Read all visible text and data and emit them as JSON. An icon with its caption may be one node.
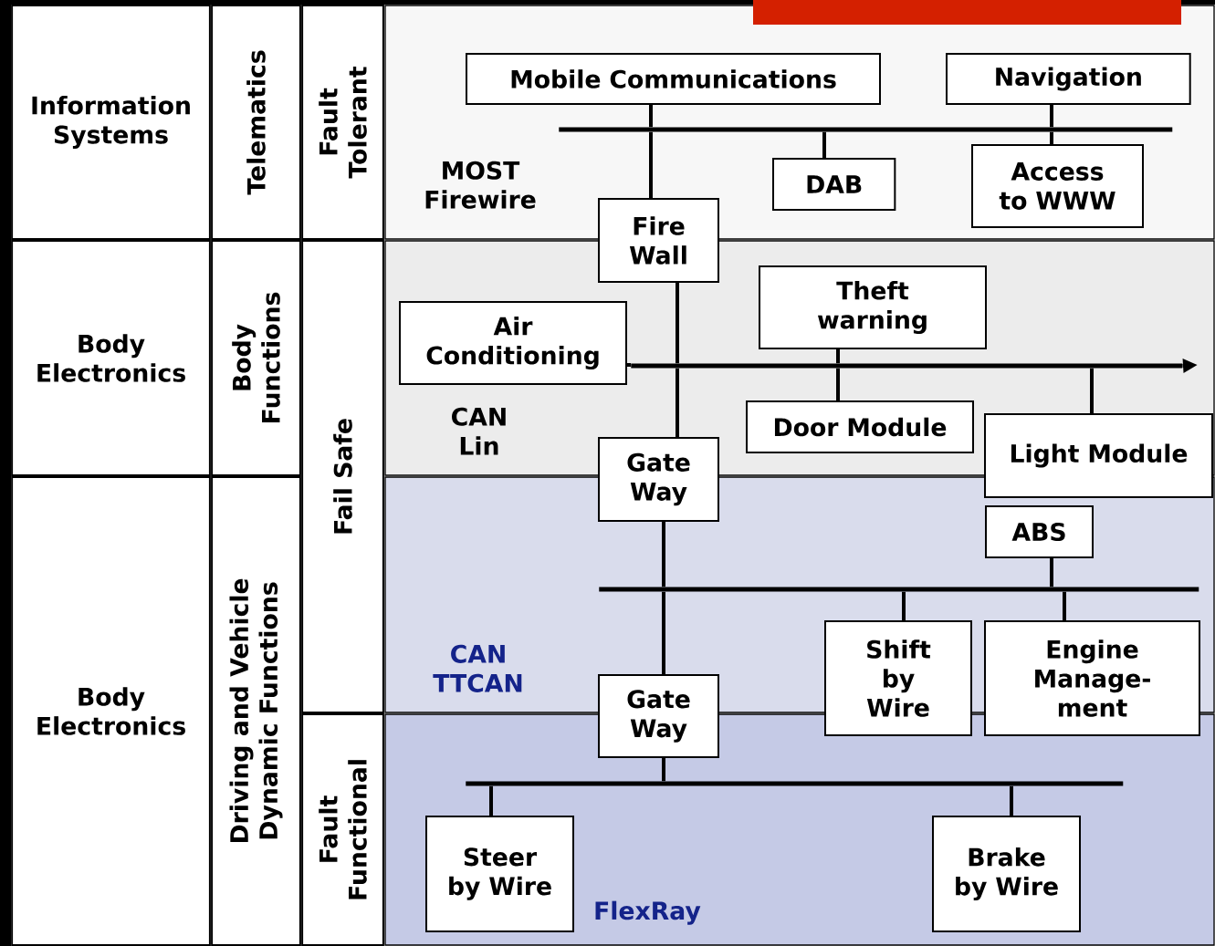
{
  "diagram": {
    "nodes": [
      {
        "text": [
          "Information Systems"
        ]
      },
      {
        "text": [
          "Telematics"
        ]
      },
      {
        "text": [
          "Fault Tolerant"
        ]
      },
      {
        "text": [
          "Body Electronics"
        ]
      },
      {
        "text": [
          "Body Functions"
        ]
      },
      {
        "text": [
          "Fail Safe"
        ]
      },
      {
        "text": [
          "Body Electronics"
        ]
      },
      {
        "text": [
          "Driving and Vehicle Dynamic Functions"
        ]
      },
      {
        "text": [
          "Fault Functional"
        ]
      },
      {
        "text": [
          "MOST Firewire"
        ]
      },
      {
        "text": [
          "CAN Lin"
        ]
      },
      {
        "text": [
          "CAN TTCAN"
        ]
      },
      {
        "text": [
          "FlexRay"
        ]
      },
      {
        "text": [
          "Mobile Communications"
        ],
        "in": 9
      },
      {
        "text": [
          "Navigation"
        ],
        "in": 9
      },
      {
        "text": [],
        "shape": "bar",
        "in": 9
      },
      {
        "text": [
          "DAB"
        ],
        "in": 9
      },
      {
        "text": [
          "Access to WWW"
        ],
        "in": 9
      },
      {
        "text": [
          "Fire Wall"
        ]
      },
      {
        "text": [
          "Air Conditioning"
        ],
        "in": 10
      },
      {
        "text": [
          "Theft warning"
        ],
        "in": 10
      },
      {
        "text": [],
        "shape": "bar",
        "in": 10
      },
      {
        "text": [
          "Door Module"
        ],
        "in": 10
      },
      {
        "text": [
          "Light Module"
        ]
      },
      {
        "text": [
          "Gate Way"
        ]
      },
      {
        "text": [
          "ABS"
        ],
        "in": 11
      },
      {
        "text": [],
        "shape": "bar",
        "in": 11
      },
      {
        "text": [
          "Shift by Wire"
        ]
      },
      {
        "text": [
          "Engine Manage- ment"
        ]
      },
      {
        "text": [
          "Gate Way"
        ]
      },
      {
        "text": [],
        "shape": "bar",
        "in": 12
      },
      {
        "text": [
          "Steer by Wire"
        ],
        "in": 12
      },
      {
        "text": [
          "Brake by Wire"
        ],
        "in": 12
      }
    ],
    "edges": [
      {
        "from": 13,
        "to": 15,
        "arrow": "none"
      },
      {
        "from": 15,
        "to": 18,
        "arrow": "none"
      },
      {
        "from": 14,
        "to": 15,
        "arrow": "none"
      },
      {
        "from": 15,
        "to": 17,
        "arrow": "none"
      },
      {
        "from": 15,
        "to": 16,
        "arrow": "none"
      },
      {
        "from": 18,
        "to": 21,
        "arrow": "none"
      },
      {
        "from": 21,
        "to": 24,
        "arrow": "none"
      },
      {
        "from": 19,
        "to": 21,
        "arrow": "none"
      },
      {
        "from": 20,
        "to": 21,
        "arrow": "none"
      },
      {
        "from": 21,
        "to": 22,
        "arrow": "none"
      },
      {
        "from": 21,
        "to": 23,
        "arrow": "none"
      },
      {
        "from": 21,
        "to": null,
        "arrow": "to"
      },
      {
        "from": 24,
        "to": 26,
        "arrow": "none"
      },
      {
        "from": 26,
        "to": 29,
        "arrow": "none"
      },
      {
        "from": 25,
        "to": 26,
        "arrow": "none"
      },
      {
        "from": 26,
        "to": 27,
        "arrow": "none"
      },
      {
        "from": 26,
        "to": 28,
        "arrow": "none"
      },
      {
        "from": 29,
        "to": 30,
        "arrow": "none"
      },
      {
        "from": 30,
        "to": 31,
        "arrow": "none"
      },
      {
        "from": 30,
        "to": 32,
        "arrow": "none"
      }
    ]
  }
}
